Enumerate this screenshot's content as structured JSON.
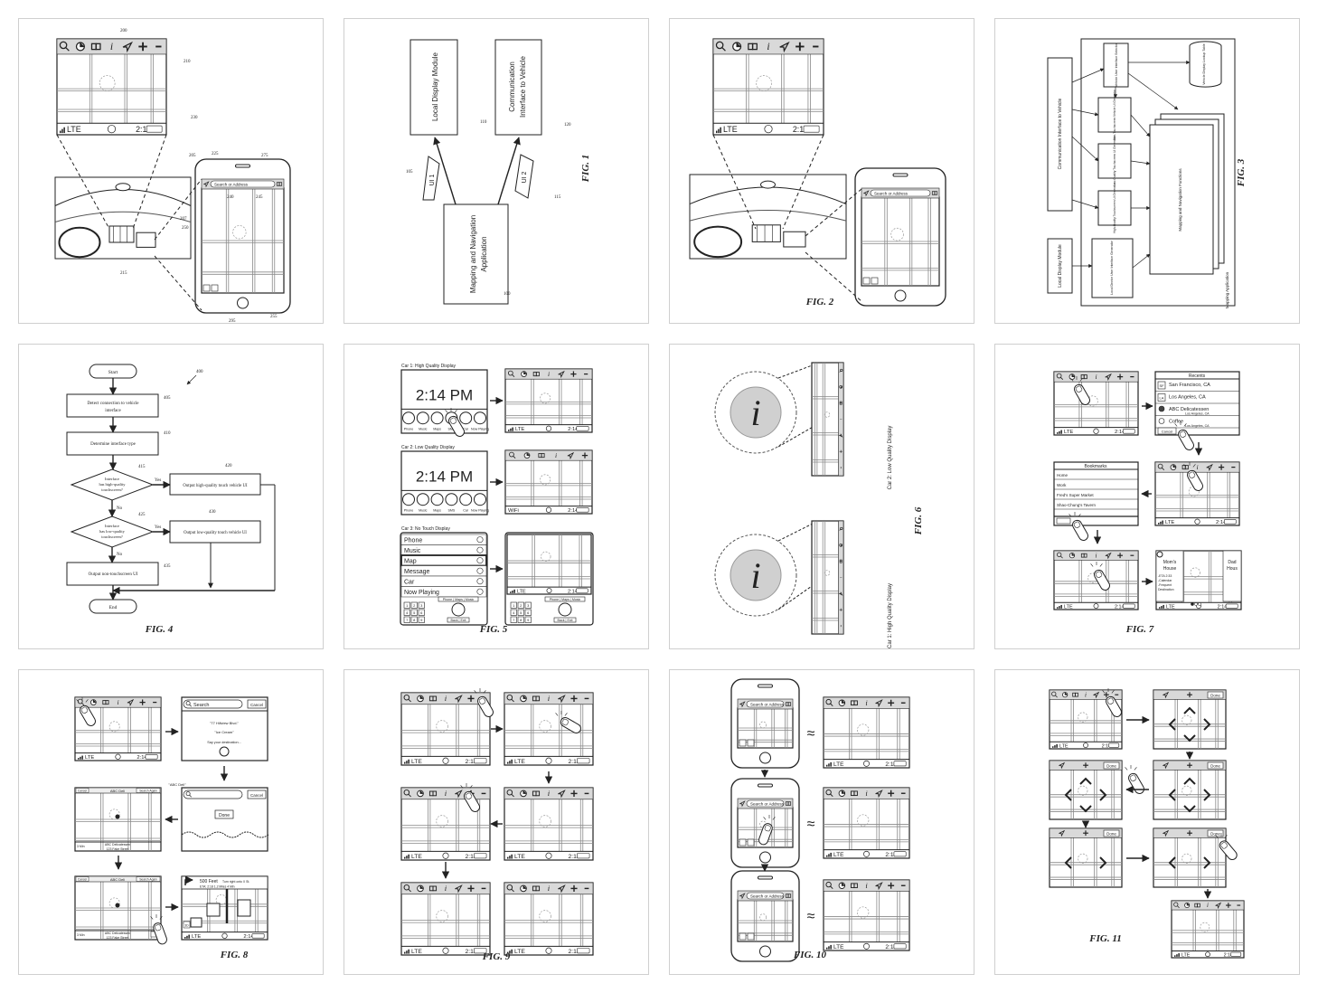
{
  "colors": {
    "line": "#222222",
    "toolbar": "#d9d9d9",
    "road": "#8a8a8a",
    "card_border": "#cfcfcf"
  },
  "status": {
    "network": "LTE",
    "wifi": "WiFi",
    "time": "2:14"
  },
  "toolbar_icons": [
    "search-icon",
    "clock-icon",
    "bookmark-icon",
    "info-icon",
    "navigate-arrow-icon",
    "zoom-in-icon",
    "zoom-out-icon"
  ],
  "front": {
    "search_placeholder": "Search or Address",
    "refs": {
      "r200": "200",
      "r210": "210",
      "r230": "230",
      "r205": "205",
      "r215": "215",
      "r225": "225",
      "r275": "275",
      "r240": "240",
      "r245": "245",
      "r207": "207",
      "r295": "295",
      "r255": "255",
      "r250": "250"
    }
  },
  "fig1": {
    "label": "FIG. 1",
    "local_display": "Local Display Module",
    "comm_line1": "Communication",
    "comm_line2": "Interface to Vehicle",
    "app_line1": "Mapping and Navigation",
    "app_line2": "Application",
    "ui1": "UI 1",
    "ui2": "UI 2",
    "refs": {
      "r100": "100",
      "r105": "105",
      "r110": "110",
      "r115": "115",
      "r120": "120"
    }
  },
  "fig2": {
    "label": "FIG. 2",
    "search_placeholder": "Search or Address"
  },
  "fig3": {
    "label": "FIG. 3",
    "comm": "Communication Interface to Vehicle",
    "local_display": "Local Display Module",
    "selector": "Vehicle User Interface Selector",
    "non_touch": "Non-Touchscreen Vehicle UI Generator",
    "low_quality": "Low-Quality Touchscreen UI Generator",
    "high_quality": "High-Quality Touchscreen UI Generator",
    "local_device": "Local Device User Interface Generator",
    "functions": "Mapping and Navigation Functions",
    "lookup": "Vehicle Display Lookup Table",
    "app": "Mapping Application"
  },
  "fig4": {
    "label": "FIG. 4",
    "start": "Start",
    "step405_1": "Detect connection to vehicle",
    "step405_2": "interface",
    "step410": "Determine interface type",
    "dec415_1": "Interface",
    "dec415_2": "has high-quality",
    "dec415_3": "touchscreen?",
    "step420": "Output high-quality touch vehicle UI",
    "dec425_1": "Interface",
    "dec425_2": "has low-quality",
    "dec425_3": "touchscreen?",
    "step430": "Output low-quality touch vehicle UI",
    "step435": "Output non-touchscreen UI",
    "end": "End",
    "yes": "Yes",
    "no": "No",
    "refs": {
      "r400": "400",
      "r405": "405",
      "r410": "410",
      "r415": "415",
      "r420": "420",
      "r425": "425",
      "r430": "430",
      "r435": "435"
    }
  },
  "fig5": {
    "label": "FIG. 5",
    "car1": "Car 1: High Quality Display",
    "car2": "Car 2: Low Quality Display",
    "car3": "Car 3: No Touch Display",
    "clock": "2:14 PM",
    "apps": [
      "Phone",
      "Music",
      "Maps",
      "SMS",
      "Car",
      "Now Playing"
    ],
    "menu": [
      "Phone",
      "Music",
      "Map",
      "Message",
      "Car",
      "Now Playing"
    ],
    "hard_buttons": "Phone | Maps | Music",
    "back": "Back | Exit",
    "keypad": [
      "1",
      "2",
      "3",
      "4",
      "5",
      "6",
      "7",
      "8",
      "9"
    ]
  },
  "fig6": {
    "label": "FIG. 6",
    "car2": "Car 2: Low Quality Display",
    "car1": "Car 1: High Quality Display",
    "info": "i"
  },
  "fig7": {
    "label": "FIG. 7",
    "recents_title": "Recents",
    "recents": [
      {
        "badge": "SF",
        "title": "San Francisco, CA",
        "sub": ""
      },
      {
        "badge": "LA",
        "title": "Los Angeles, CA",
        "sub": ""
      },
      {
        "badge": "",
        "title": "ABC Delicatessen",
        "sub": "Los Angeles, CA"
      },
      {
        "badge": "",
        "title": "Coffee",
        "sub": "Los Angeles, CA"
      }
    ],
    "cancel": "Cancel",
    "bookmarks_title": "Bookmarks",
    "bookmarks": [
      "Home",
      "Work",
      "Fred's Super Market",
      "Shao-Chung's Tavern"
    ],
    "card_title_1": "Mom's",
    "card_title_2": "House",
    "card_details": [
      "-ETA 2:33",
      "-Calendar",
      "-Frequent",
      " Destination"
    ],
    "card2_title_1": "Dad",
    "card2_title_2": "Hous"
  },
  "fig8": {
    "label": "FIG. 8",
    "search": "Search",
    "cancel": "Cancel",
    "suggestion1": "\"77 Hillview Blvd.\"",
    "suggestion2": "\"Ice Cream\"",
    "prompt": "Say your destination...",
    "done": "Done",
    "speech": "\"ABC Deli\"",
    "result_title": "ABC Deli",
    "search_again": "Search Again",
    "result_name": "ABC Delicatessen",
    "result_addr": "123 Fake Street",
    "eta": "3 Min",
    "distance": "500 Feet",
    "instruction": "Turn right onto X St.",
    "trip": "ETA: 2:18   1.2 Miles   4 Min",
    "view3d": "3D"
  },
  "fig9": {
    "label": "FIG. 9"
  },
  "fig10": {
    "label": "FIG. 10",
    "search_placeholder": "Search or Address",
    "approx": "≈"
  },
  "fig11": {
    "label": "FIG. 11",
    "done": "Done"
  }
}
